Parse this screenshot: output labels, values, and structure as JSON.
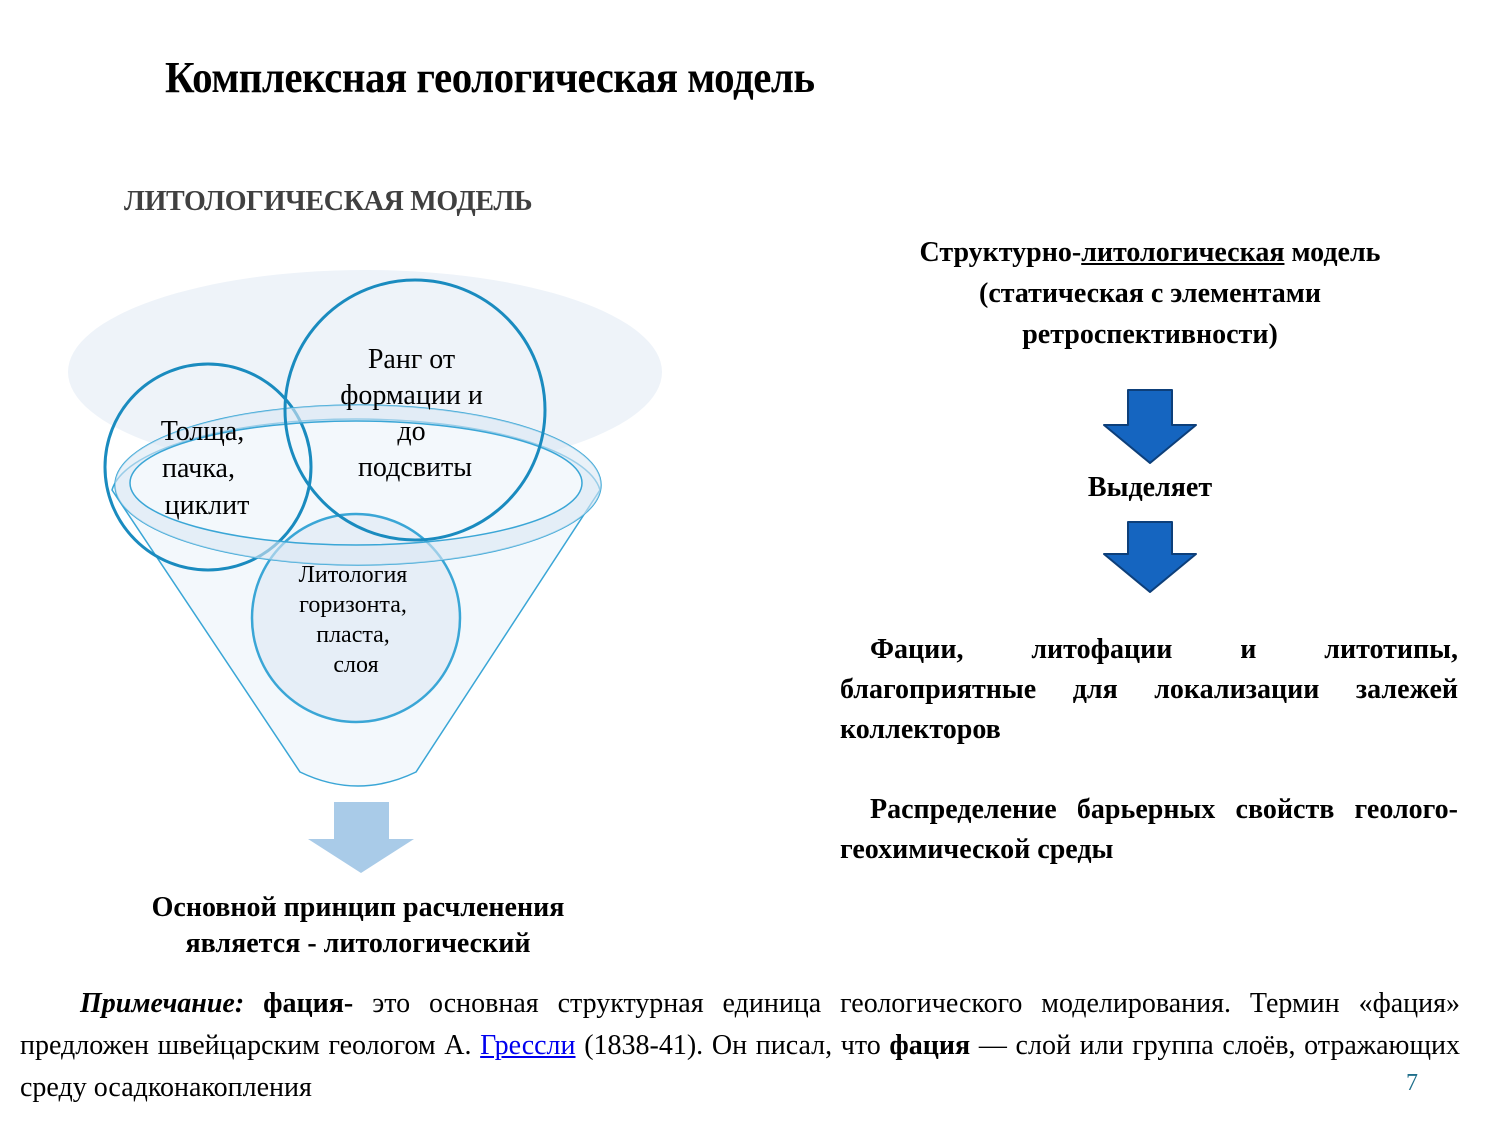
{
  "slide": {
    "title": "Комплексная  геологическая модель",
    "page_number": "7"
  },
  "left": {
    "heading": "ЛИТОЛОГИЧЕСКАЯ МОДЕЛЬ",
    "diagram": {
      "circle_rank": [
        "Ранг от",
        "формации и",
        "до",
        "подсвиты"
      ],
      "circle_sequence": [
        "Толща,",
        "пачка,",
        "циклит"
      ],
      "circle_lithology": [
        "Литология",
        "горизонта,",
        "пласта,",
        "слоя"
      ],
      "colors": {
        "stroke_dark": "#1a8bbf",
        "stroke_light": "#3aa6d6",
        "halo_fill": "#eef3f9",
        "funnel_fill": "#f3f8fc",
        "inner_fill": "#e6eef7",
        "down_arrow": "#a9cbe8"
      }
    },
    "principle": [
      "Основной принцип расчленения",
      "является - литологический"
    ]
  },
  "right": {
    "heading_prefix": "Структурно-",
    "heading_underlined": "литологическая",
    "heading_suffix": " модель",
    "heading_line2": "(статическая с элементами",
    "heading_line3": "ретроспективности)",
    "arrow_color": "#1565c0",
    "arrow_border": "#0d3f7a",
    "highlights_label": "Выделяет",
    "facies_text": "Фации, литофации и литотипы, благоприятные для локализации залежей коллекторов",
    "barrier_text": "Распределение барьерных свойств геолого-геохимической среды"
  },
  "note": {
    "label": "Примечание:",
    "term": "фация-",
    "text1": " это основная структурная единица геологического моделирования. Термин «фация» предложен швейцарским геологом А. ",
    "link_text": "Грессли",
    "text2": " (1838-41). Он писал, что ",
    "term2": "фация",
    "text3": " — слой или группа слоёв, отражающих среду осадконакопления"
  }
}
